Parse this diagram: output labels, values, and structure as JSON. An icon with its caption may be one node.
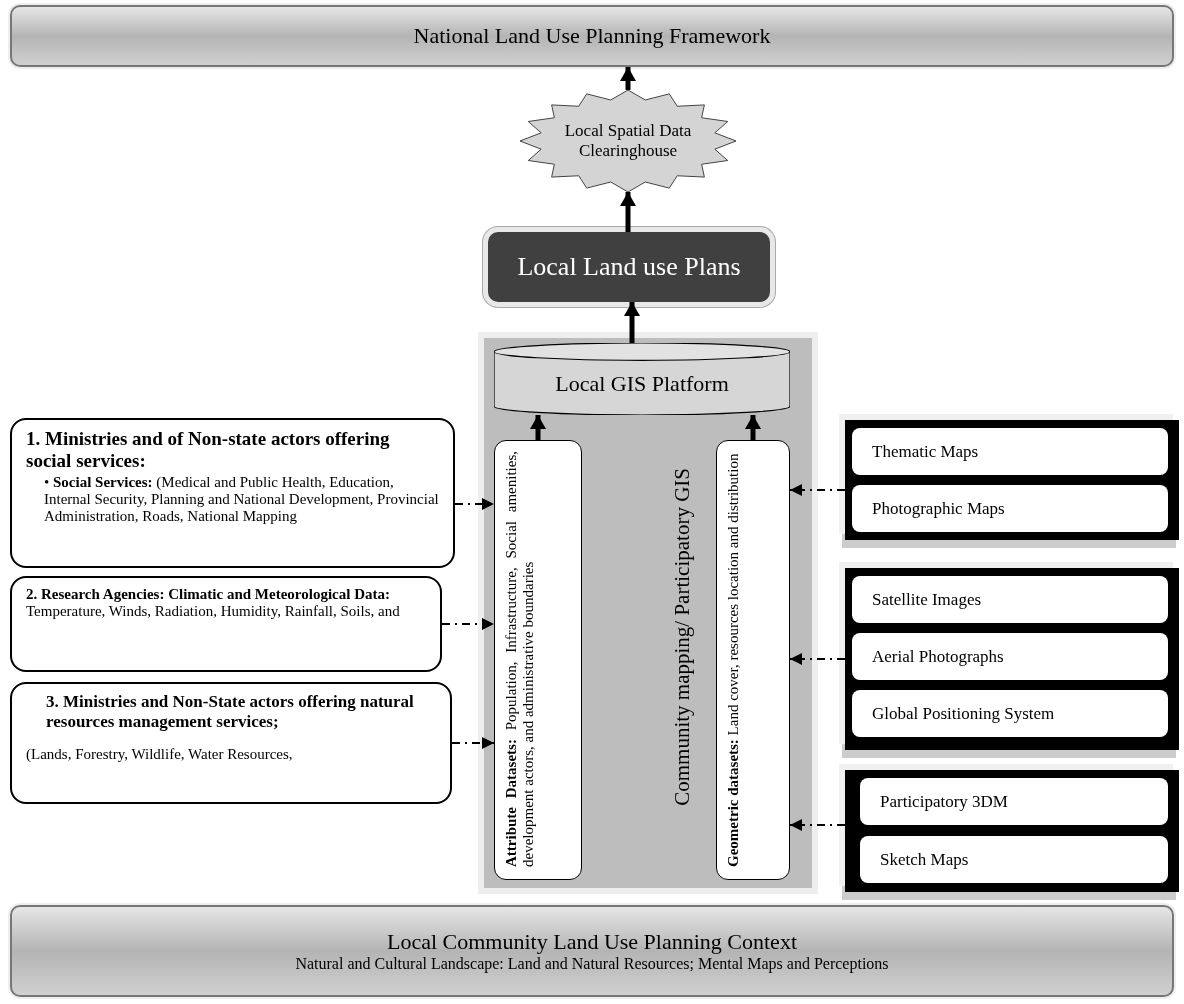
{
  "diagram": {
    "nodes": [
      {
        "text": [
          "National Land Use Planning Framework"
        ]
      },
      {
        "text": [
          "Local Spatial Data Clearinghouse"
        ]
      },
      {
        "text": [
          "Local Land use Plans"
        ]
      },
      {
        "text": [
          "Community mapping/ Participatory GIS"
        ]
      },
      {
        "text": [
          "Local GIS Platform"
        ],
        "in": 3
      },
      {
        "text": [
          "**Attribute Datasets:** Population, Infrastructure, Social amenities, development actors, and administrative boundaries"
        ],
        "in": 3
      },
      {
        "text": [
          "**Geometric datasets:** Land cover, resources location and distribution"
        ],
        "in": 3
      },
      {
        "text": [
          "1. Ministries and of Non-state actors offering social services:",
          "• **Social Services:** (Medical and Public Health, Education, Internal Security, Planning and National Development, Provincial Administration, Roads, National Mapping"
        ]
      },
      {
        "text": [
          "**2. Research Agencies: Climatic and Meteorological Data:** Temperature, Winds, Radiation, Humidity, Rainfall, Soils, and"
        ]
      },
      {
        "text": [
          "3. Ministries and Non-State actors offering natural resources management services;",
          "(Lands, Forestry, Wildlife, Water Resources,"
        ]
      },
      {
        "text": [],
        "shape": "box"
      },
      {
        "text": [
          "Thematic Maps"
        ],
        "in": 10
      },
      {
        "text": [
          "Photographic Maps"
        ],
        "in": 10
      },
      {
        "text": [],
        "shape": "box"
      },
      {
        "text": [
          "Satellite Images"
        ],
        "in": 13
      },
      {
        "text": [
          "Aerial Photographs"
        ],
        "in": 13
      },
      {
        "text": [
          "Global Positioning System"
        ],
        "in": 13
      },
      {
        "text": [],
        "shape": "box"
      },
      {
        "text": [
          "Participatory 3DM"
        ],
        "in": 17
      },
      {
        "text": [
          "Sketch Maps"
        ],
        "in": 17
      },
      {
        "text": [
          "Local Community Land Use Planning Context",
          "Natural and Cultural Landscape: Land and Natural Resources; Mental Maps and Perceptions"
        ]
      }
    ],
    "edges": [
      {
        "from": 1,
        "to": 0,
        "arrow": "to",
        "style": "thick"
      },
      {
        "from": 2,
        "to": 1,
        "arrow": "to",
        "style": "thick"
      },
      {
        "from": 4,
        "to": 2,
        "arrow": "to",
        "style": "thick"
      },
      {
        "from": 5,
        "to": 4,
        "arrow": "to",
        "style": "thick"
      },
      {
        "from": 6,
        "to": 4,
        "arrow": "to",
        "style": "thick"
      },
      {
        "from": 7,
        "to": 5,
        "arrow": "to",
        "style": "dashed"
      },
      {
        "from": 8,
        "to": 5,
        "arrow": "to",
        "style": "dashed"
      },
      {
        "from": 9,
        "to": 5,
        "arrow": "to",
        "style": "dashed"
      },
      {
        "from": 10,
        "to": 6,
        "arrow": "to",
        "style": "dashed"
      },
      {
        "from": 13,
        "to": 6,
        "arrow": "to",
        "style": "dashed"
      },
      {
        "from": 17,
        "to": 6,
        "arrow": "to",
        "style": "dashed"
      }
    ]
  }
}
